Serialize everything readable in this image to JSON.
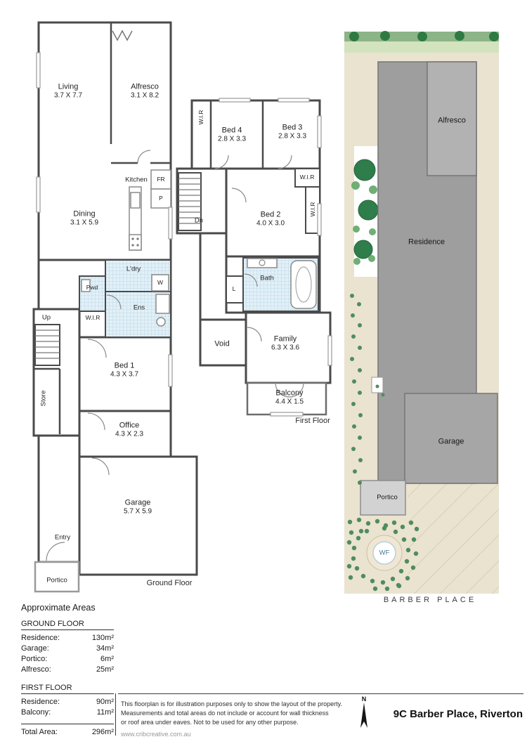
{
  "ground_floor": {
    "floor_label": "Ground Floor",
    "rooms": {
      "living": {
        "name": "Living",
        "dims": "3.7 X 7.7"
      },
      "alfresco": {
        "name": "Alfresco",
        "dims": "3.1 X 8.2"
      },
      "kitchen": {
        "name": "Kitchen"
      },
      "fr": {
        "name": "FR"
      },
      "p": {
        "name": "P"
      },
      "dining": {
        "name": "Dining",
        "dims": "3.1 X 5.9"
      },
      "ldry": {
        "name": "L'dry"
      },
      "w": {
        "name": "W"
      },
      "pwd": {
        "name": "Pwd"
      },
      "ens": {
        "name": "Ens"
      },
      "wir": {
        "name": "W.I.R"
      },
      "up": {
        "name": "Up"
      },
      "store": {
        "name": "Store"
      },
      "bed1": {
        "name": "Bed 1",
        "dims": "4.3 X 3.7"
      },
      "office": {
        "name": "Office",
        "dims": "4.3 X 2.3"
      },
      "garage": {
        "name": "Garage",
        "dims": "5.7 X 5.9"
      },
      "entry": {
        "name": "Entry"
      },
      "portico": {
        "name": "Portico"
      }
    }
  },
  "first_floor": {
    "floor_label": "First Floor",
    "rooms": {
      "wir_a": {
        "name": "W.I.R"
      },
      "bed4": {
        "name": "Bed 4",
        "dims": "2.8 X 3.3"
      },
      "bed3": {
        "name": "Bed 3",
        "dims": "2.8 X 3.3"
      },
      "wir_b": {
        "name": "W.I.R"
      },
      "wir_c": {
        "name": "W.I.R"
      },
      "dn": {
        "name": "Dn"
      },
      "bed2": {
        "name": "Bed 2",
        "dims": "4.0 X 3.0"
      },
      "bath": {
        "name": "Bath"
      },
      "l": {
        "name": "L"
      },
      "void": {
        "name": "Void"
      },
      "family": {
        "name": "Family",
        "dims": "6.3 X 3.6"
      },
      "balcony": {
        "name": "Balcony",
        "dims": "4.4 X 1.5"
      }
    }
  },
  "site_plan": {
    "street": "BARBER PLACE",
    "labels": {
      "alfresco": "Alfresco",
      "residence": "Residence",
      "garage": "Garage",
      "portico": "Portico",
      "wf": "WF"
    },
    "colors": {
      "lot": "#eae3d0",
      "residence_gray": "#9e9e9e",
      "tree_green": "#2e7d4a",
      "wet_area_blue": "#e2f0f7"
    }
  },
  "areas": {
    "title": "Approximate Areas",
    "ground": {
      "heading": "GROUND FLOOR",
      "rows": [
        {
          "label": "Residence:",
          "value": "130m²"
        },
        {
          "label": "Garage:",
          "value": "34m²"
        },
        {
          "label": "Portico:",
          "value": "6m²"
        },
        {
          "label": "Alfresco:",
          "value": "25m²"
        }
      ]
    },
    "first": {
      "heading": "FIRST FLOOR",
      "rows": [
        {
          "label": "Residence:",
          "value": "90m²"
        },
        {
          "label": "Balcony:",
          "value": "11m²"
        }
      ]
    },
    "total": {
      "label": "Total Area:",
      "value": "296m²"
    }
  },
  "footer": {
    "disclaimer_lines": [
      "This floorplan is for illustration purposes only to show the layout of the property.",
      "Measurements and total areas do not include or account for wall thickness",
      "or roof area under eaves. Not to be used for any other purpose."
    ],
    "website": "www.cribcreative.com.au",
    "north_label": "N",
    "address": "9C Barber Place, Riverton"
  }
}
